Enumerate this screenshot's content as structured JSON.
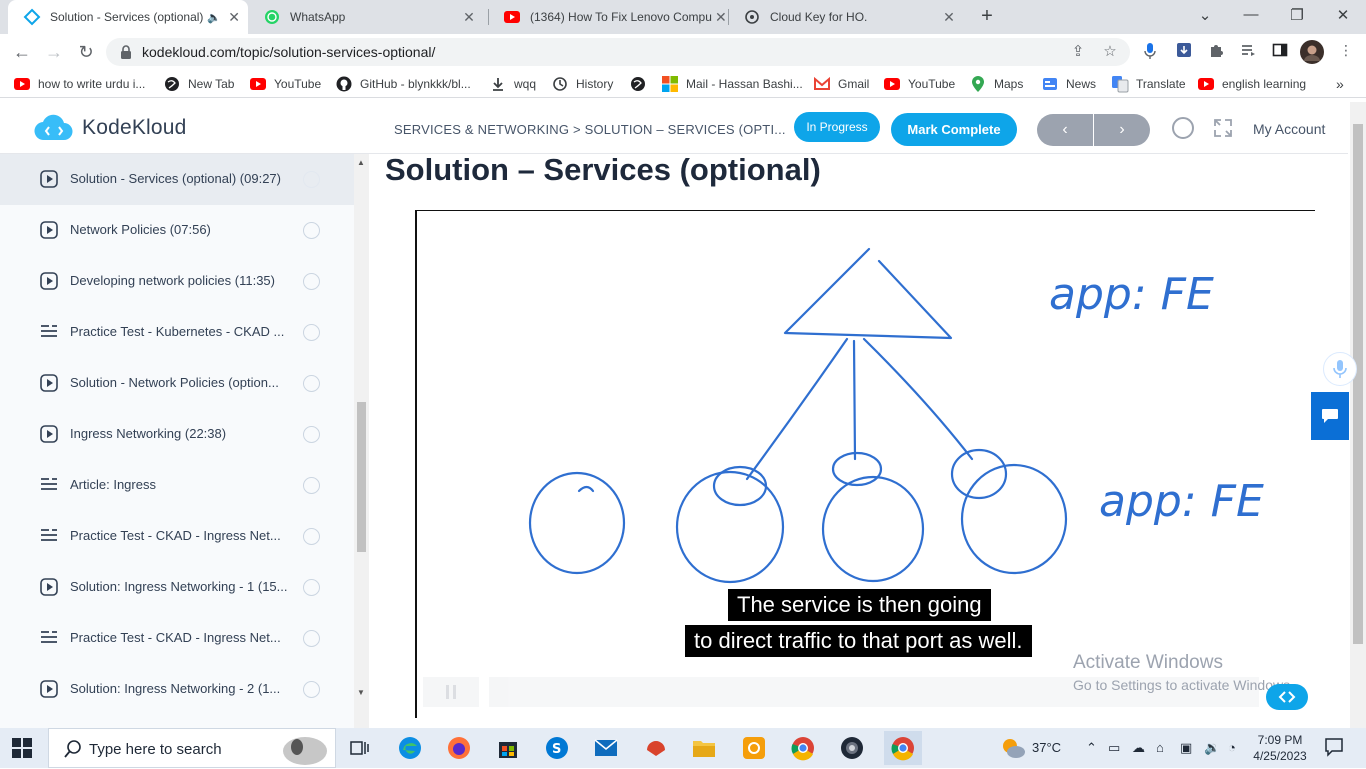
{
  "browser": {
    "tabs": [
      {
        "title": "Solution - Services (optional)",
        "active": true,
        "icon": "kodekloud-icon",
        "muted_icon": "🔈"
      },
      {
        "title": "WhatsApp",
        "active": false,
        "icon": "whatsapp-icon"
      },
      {
        "title": "(1364) How To Fix Lenovo Compu",
        "active": false,
        "icon": "youtube-icon"
      },
      {
        "title": "Cloud Key for HO.",
        "active": false,
        "icon": "openai-icon"
      }
    ],
    "url": "kodekloud.com/topic/solution-services-optional/",
    "bookmarks": [
      {
        "label": "how to write urdu i...",
        "icon": "youtube-icon"
      },
      {
        "label": "New Tab",
        "icon": "globe-icon"
      },
      {
        "label": "YouTube",
        "icon": "youtube-icon"
      },
      {
        "label": "GitHub - blynkkk/bl...",
        "icon": "github-icon"
      },
      {
        "label": "wqq",
        "icon": "download-icon"
      },
      {
        "label": "History",
        "icon": "history-icon"
      },
      {
        "label": "",
        "icon": "globe-icon"
      },
      {
        "label": "Mail - Hassan Bashi...",
        "icon": "microsoft-icon"
      },
      {
        "label": "Gmail",
        "icon": "gmail-icon"
      },
      {
        "label": "YouTube",
        "icon": "youtube-icon"
      },
      {
        "label": "Maps",
        "icon": "maps-icon"
      },
      {
        "label": "News",
        "icon": "news-icon"
      },
      {
        "label": "Translate",
        "icon": "translate-icon"
      },
      {
        "label": "english learning",
        "icon": "youtube-icon"
      }
    ]
  },
  "header": {
    "logo_text": "KodeKloud",
    "breadcrumb": "SERVICES & NETWORKING > SOLUTION – SERVICES (OPTI...",
    "status_label": "In Progress",
    "complete_label": "Mark Complete",
    "prev_label": "‹",
    "next_label": "›",
    "account_label": "My Account"
  },
  "sidebar": {
    "lessons": [
      {
        "title": "Solution - Services (optional) (09:27)",
        "type": "video",
        "current": true
      },
      {
        "title": "Network Policies (07:56)",
        "type": "video"
      },
      {
        "title": "Developing network policies (11:35)",
        "type": "video"
      },
      {
        "title": "Practice Test - Kubernetes - CKAD ...",
        "type": "lab"
      },
      {
        "title": "Solution - Network Policies (option...",
        "type": "video"
      },
      {
        "title": "Ingress Networking (22:38)",
        "type": "video"
      },
      {
        "title": "Article: Ingress",
        "type": "lab"
      },
      {
        "title": "Practice Test - CKAD - Ingress Net...",
        "type": "lab"
      },
      {
        "title": "Solution: Ingress Networking - 1 (15...",
        "type": "video"
      },
      {
        "title": "Practice Test - CKAD - Ingress Net...",
        "type": "lab"
      },
      {
        "title": "Solution: Ingress Networking - 2 (1...",
        "type": "video"
      }
    ]
  },
  "main": {
    "title": "Solution – Services (optional)",
    "video": {
      "caption_line1": "The service is then going",
      "caption_line2": "to direct traffic to that port as well.",
      "label_top": "app: FE",
      "label_bottom": "app: FE"
    },
    "watermark_line1": "Activate Windows",
    "watermark_line2": "Go to Settings to activate Windows."
  },
  "taskbar": {
    "search_placeholder": "Type here to search",
    "weather": "37°C",
    "time": "7:09 PM",
    "date": "4/25/2023"
  },
  "colors": {
    "accent": "#0ea5e9",
    "sketch": "#2f6fd0",
    "title": "#1e293b"
  }
}
